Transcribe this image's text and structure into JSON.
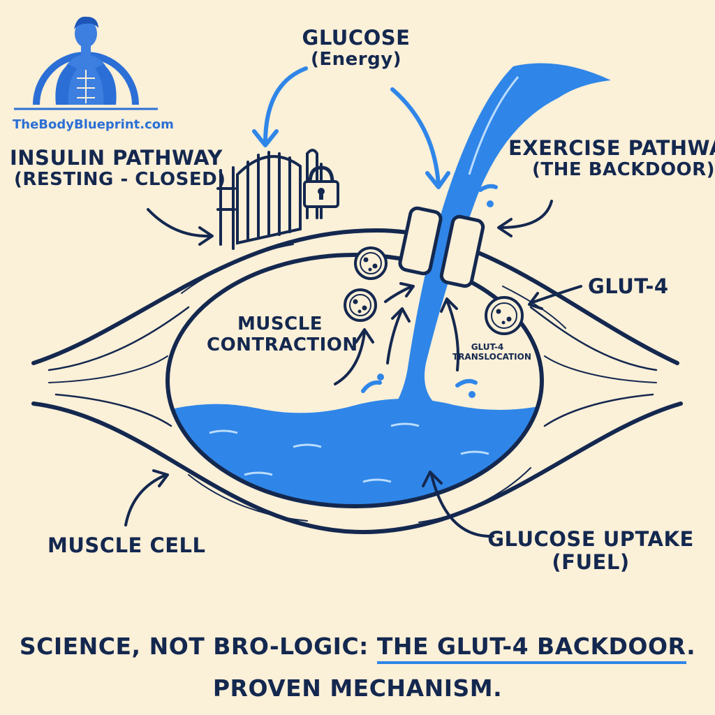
{
  "logo": {
    "text": "TheBodyBlueprint.com"
  },
  "labels": {
    "glucose": "GLUCOSE",
    "glucose_sub": "(Energy)",
    "insulin_pathway": "INSULIN PATHWAY",
    "insulin_pathway_sub": "(RESTING - CLOSED)",
    "exercise_pathway": "EXERCISE PATHWAY",
    "exercise_pathway_sub": "(THE BACKDOOR)",
    "glut4": "GLUT-4",
    "muscle_contraction_1": "MUSCLE",
    "muscle_contraction_2": "CONTRACTION",
    "glut4_translocation_1": "GLUT-4",
    "glut4_translocation_2": "TRANSLOCATION",
    "muscle_cell": "MUSCLE CELL",
    "glucose_uptake": "GLUCOSE UPTAKE",
    "glucose_uptake_sub": "(FUEL)"
  },
  "caption": {
    "line1_prefix": "SCIENCE, NOT BRO-LOGIC: ",
    "line1_highlight": "THE GLUT-4 BACKDOOR",
    "line1_suffix": ".",
    "line2": "PROVEN MECHANISM."
  },
  "colors": {
    "background": "#fbf0d8",
    "ink": "#14284f",
    "water": "#2f86e8",
    "logo": "#2b6fd6"
  },
  "icons": [
    "bodybuilder-logo-icon",
    "gate-icon",
    "padlock-icon",
    "glut4-vesicle-icon",
    "glut4-channel-icon",
    "arrow-icon"
  ]
}
